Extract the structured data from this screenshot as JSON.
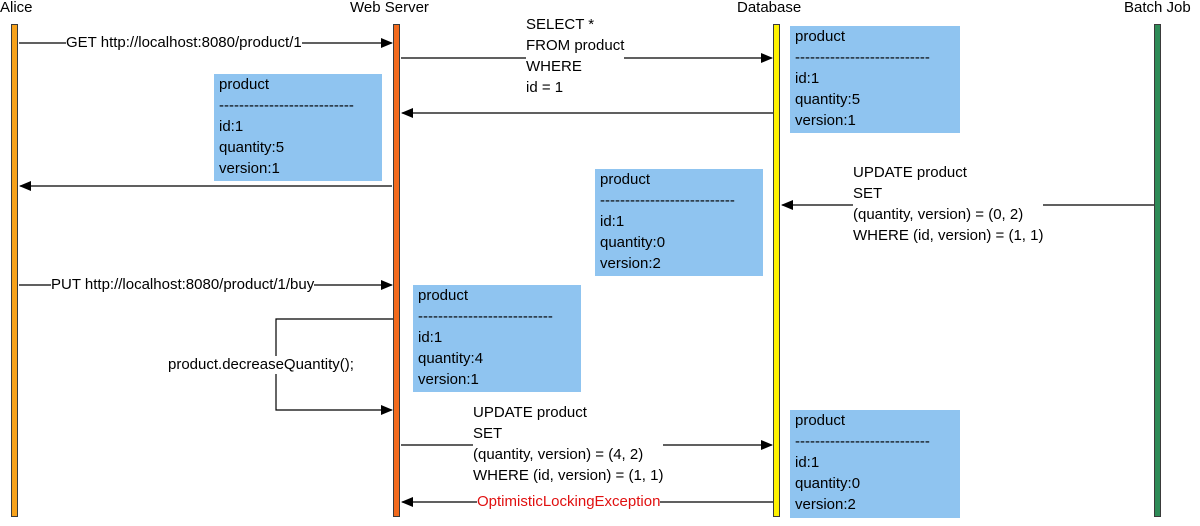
{
  "participants": {
    "alice": "Alice",
    "web_server": "Web Server",
    "database": "Database",
    "batch_job": "Batch Job"
  },
  "messages": {
    "get_request": "GET http://localhost:8080/product/1",
    "select_query": [
      "SELECT *",
      "FROM product",
      "WHERE",
      "id = 1"
    ],
    "batch_update": [
      "UPDATE product",
      "SET",
      "(quantity, version) = (0, 2)",
      "WHERE (id, version) = (1, 1)"
    ],
    "put_request": "PUT http://localhost:8080/product/1/buy",
    "decrease_call": "product.decreaseQuantity();",
    "server_update": [
      "UPDATE product",
      "SET",
      "(quantity, version) = (4, 2)",
      "WHERE (id, version) = (1, 1)"
    ],
    "exception": "OptimisticLockingException"
  },
  "notes": {
    "db_initial": [
      "product",
      "---------------------------",
      "id:1",
      "quantity:5",
      "version:1"
    ],
    "server_loaded": [
      "product",
      "---------------------------",
      "id:1",
      "quantity:5",
      "version:1"
    ],
    "db_after_batch": [
      "product",
      "---------------------------",
      "id:1",
      "quantity:0",
      "version:2"
    ],
    "server_modified": [
      "product",
      "---------------------------",
      "id:1",
      "quantity:4",
      "version:1"
    ],
    "db_final": [
      "product",
      "---------------------------",
      "id:1",
      "quantity:0",
      "version:2"
    ]
  },
  "colors": {
    "alice_lifeline": "#f7a21b",
    "web_server_lifeline": "#f26a1d",
    "database_lifeline": "#fff200",
    "batch_job_lifeline": "#2e8b57",
    "note_fill": "#8fc4f0",
    "exception_text": "#e01010"
  }
}
